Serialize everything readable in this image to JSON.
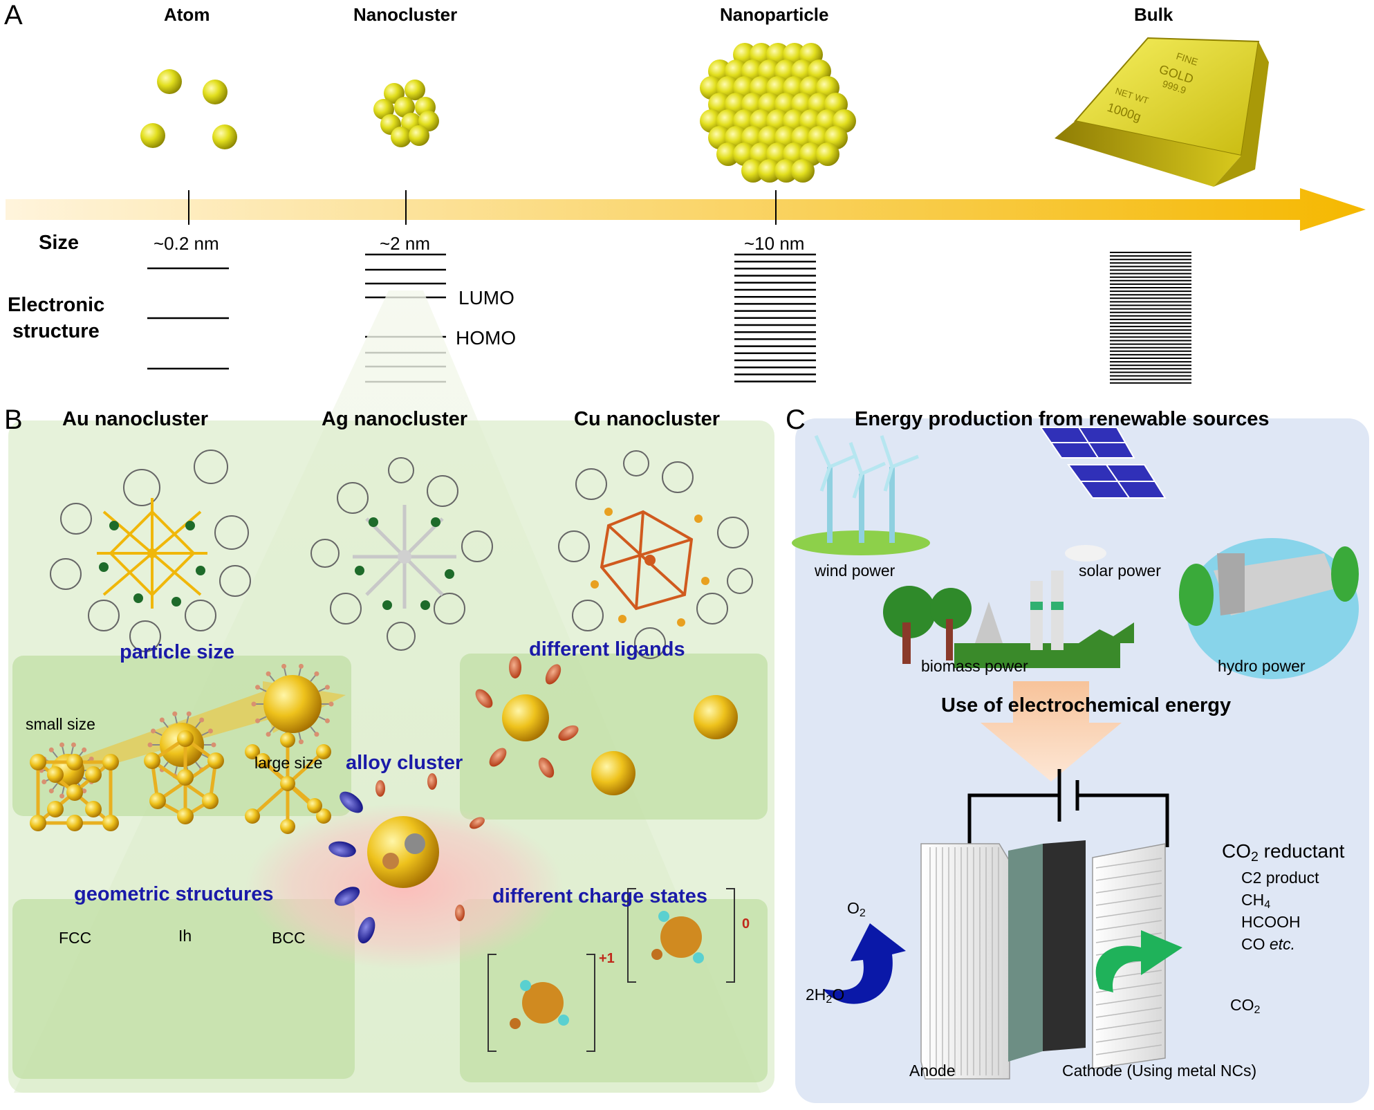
{
  "panel_a": {
    "letter": "A",
    "stages": [
      "Atom",
      "Nanocluster",
      "Nanoparticle",
      "Bulk"
    ],
    "row_size_label": "Size",
    "row_electronic_label_1": "Electronic",
    "row_electronic_label_2": "structure",
    "sizes": [
      "~0.2 nm",
      "~2 nm",
      "~10 nm"
    ],
    "lumo": "LUMO",
    "homo": "HOMO",
    "gold_bar_text": [
      "FINE",
      "GOLD",
      "999.9",
      "NET WT",
      "1000g"
    ]
  },
  "panel_b": {
    "letter": "B",
    "clusters": [
      "Au nanocluster",
      "Ag nanocluster",
      "Cu nanocluster"
    ],
    "particle_size": "particle size",
    "small_size": "small size",
    "large_size": "large size",
    "different_ligands": "different ligands",
    "alloy_cluster": "alloy cluster",
    "geometric_structures": "geometric structures",
    "different_charge_states": "different charge states",
    "geometries": [
      "FCC",
      "Ih",
      "BCC"
    ],
    "charge_plus": "+1",
    "charge_zero": "0"
  },
  "panel_c": {
    "letter": "C",
    "title": "Energy production from renewable sources",
    "wind": "wind power",
    "solar": "solar power",
    "biomass": "biomass power",
    "hydro": "hydro power",
    "use_title": "Use of electrochemical energy",
    "co2_reductant_prefix": "CO",
    "co2_reductant_sub": "2",
    "co2_reductant_suffix": " reductant",
    "products": [
      "C2 product",
      "CH",
      "HCOOH",
      "CO "
    ],
    "ch4_sub": "4",
    "etc": "etc.",
    "o2_main": "O",
    "o2_sub": "2",
    "h2o_pre": "2H",
    "h2o_sub": "2",
    "h2o_post": "O",
    "co2_main": "CO",
    "co2_sub": "2",
    "anode": "Anode",
    "cathode": "Cathode (Using metal NCs)"
  },
  "colors": {
    "gold": "#e8c21a",
    "green_panel": "#d6ebc4",
    "blue_panel": "#dfe6f5",
    "label_blue": "#1a1aa8",
    "arrow_blue": "#0a18a8",
    "arrow_green": "#1fb25a",
    "copper": "#d05a1e"
  }
}
